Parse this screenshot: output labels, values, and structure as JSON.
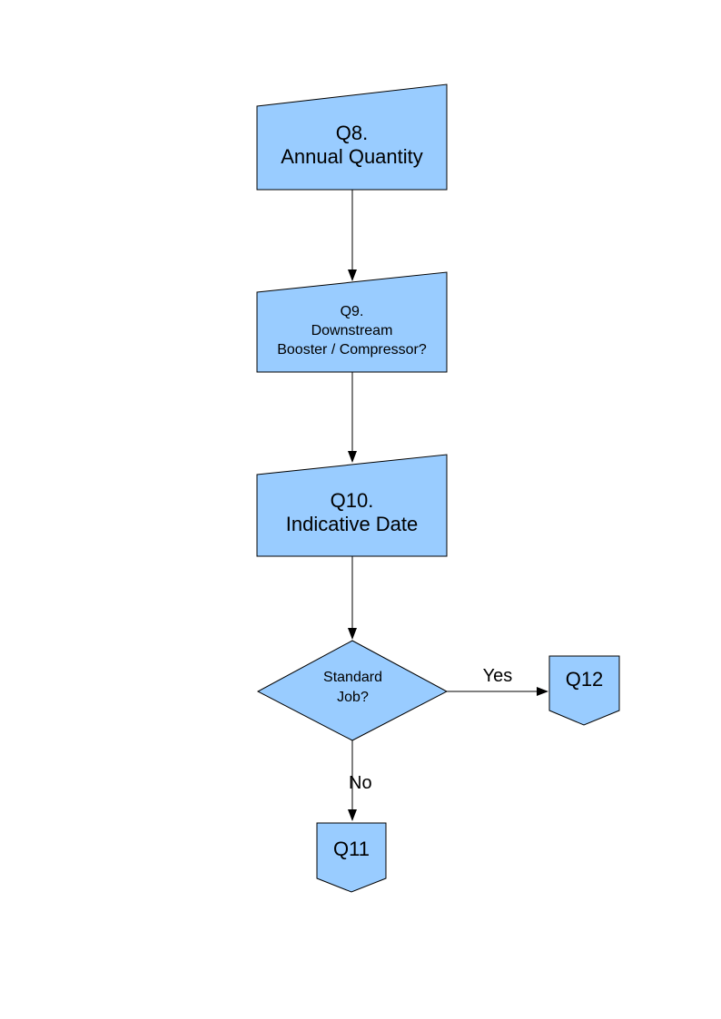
{
  "colors": {
    "node_fill": "#99CCFF",
    "node_border": "#000000",
    "edge": "#000000",
    "text": "#000000",
    "background": "#FFFFFF"
  },
  "nodes": [
    {
      "id": "q8",
      "shape": "manual-input",
      "lines": [
        "Q8.",
        "Annual Quantity"
      ]
    },
    {
      "id": "q9",
      "shape": "manual-input",
      "lines": [
        "Q9.",
        "Downstream",
        "Booster / Compressor?"
      ]
    },
    {
      "id": "q10",
      "shape": "manual-input",
      "lines": [
        "Q10.",
        "Indicative Date"
      ]
    },
    {
      "id": "standard-job",
      "shape": "decision",
      "lines": [
        "Standard",
        "Job?"
      ]
    },
    {
      "id": "q12",
      "shape": "offpage-connector",
      "lines": [
        "Q12"
      ]
    },
    {
      "id": "q11",
      "shape": "offpage-connector",
      "lines": [
        "Q11"
      ]
    }
  ],
  "edges": [
    {
      "from": "q8",
      "to": "q9",
      "label": ""
    },
    {
      "from": "q9",
      "to": "q10",
      "label": ""
    },
    {
      "from": "q10",
      "to": "standard-job",
      "label": ""
    },
    {
      "from": "standard-job",
      "to": "q12",
      "label": "Yes"
    },
    {
      "from": "standard-job",
      "to": "q11",
      "label": "No"
    }
  ]
}
